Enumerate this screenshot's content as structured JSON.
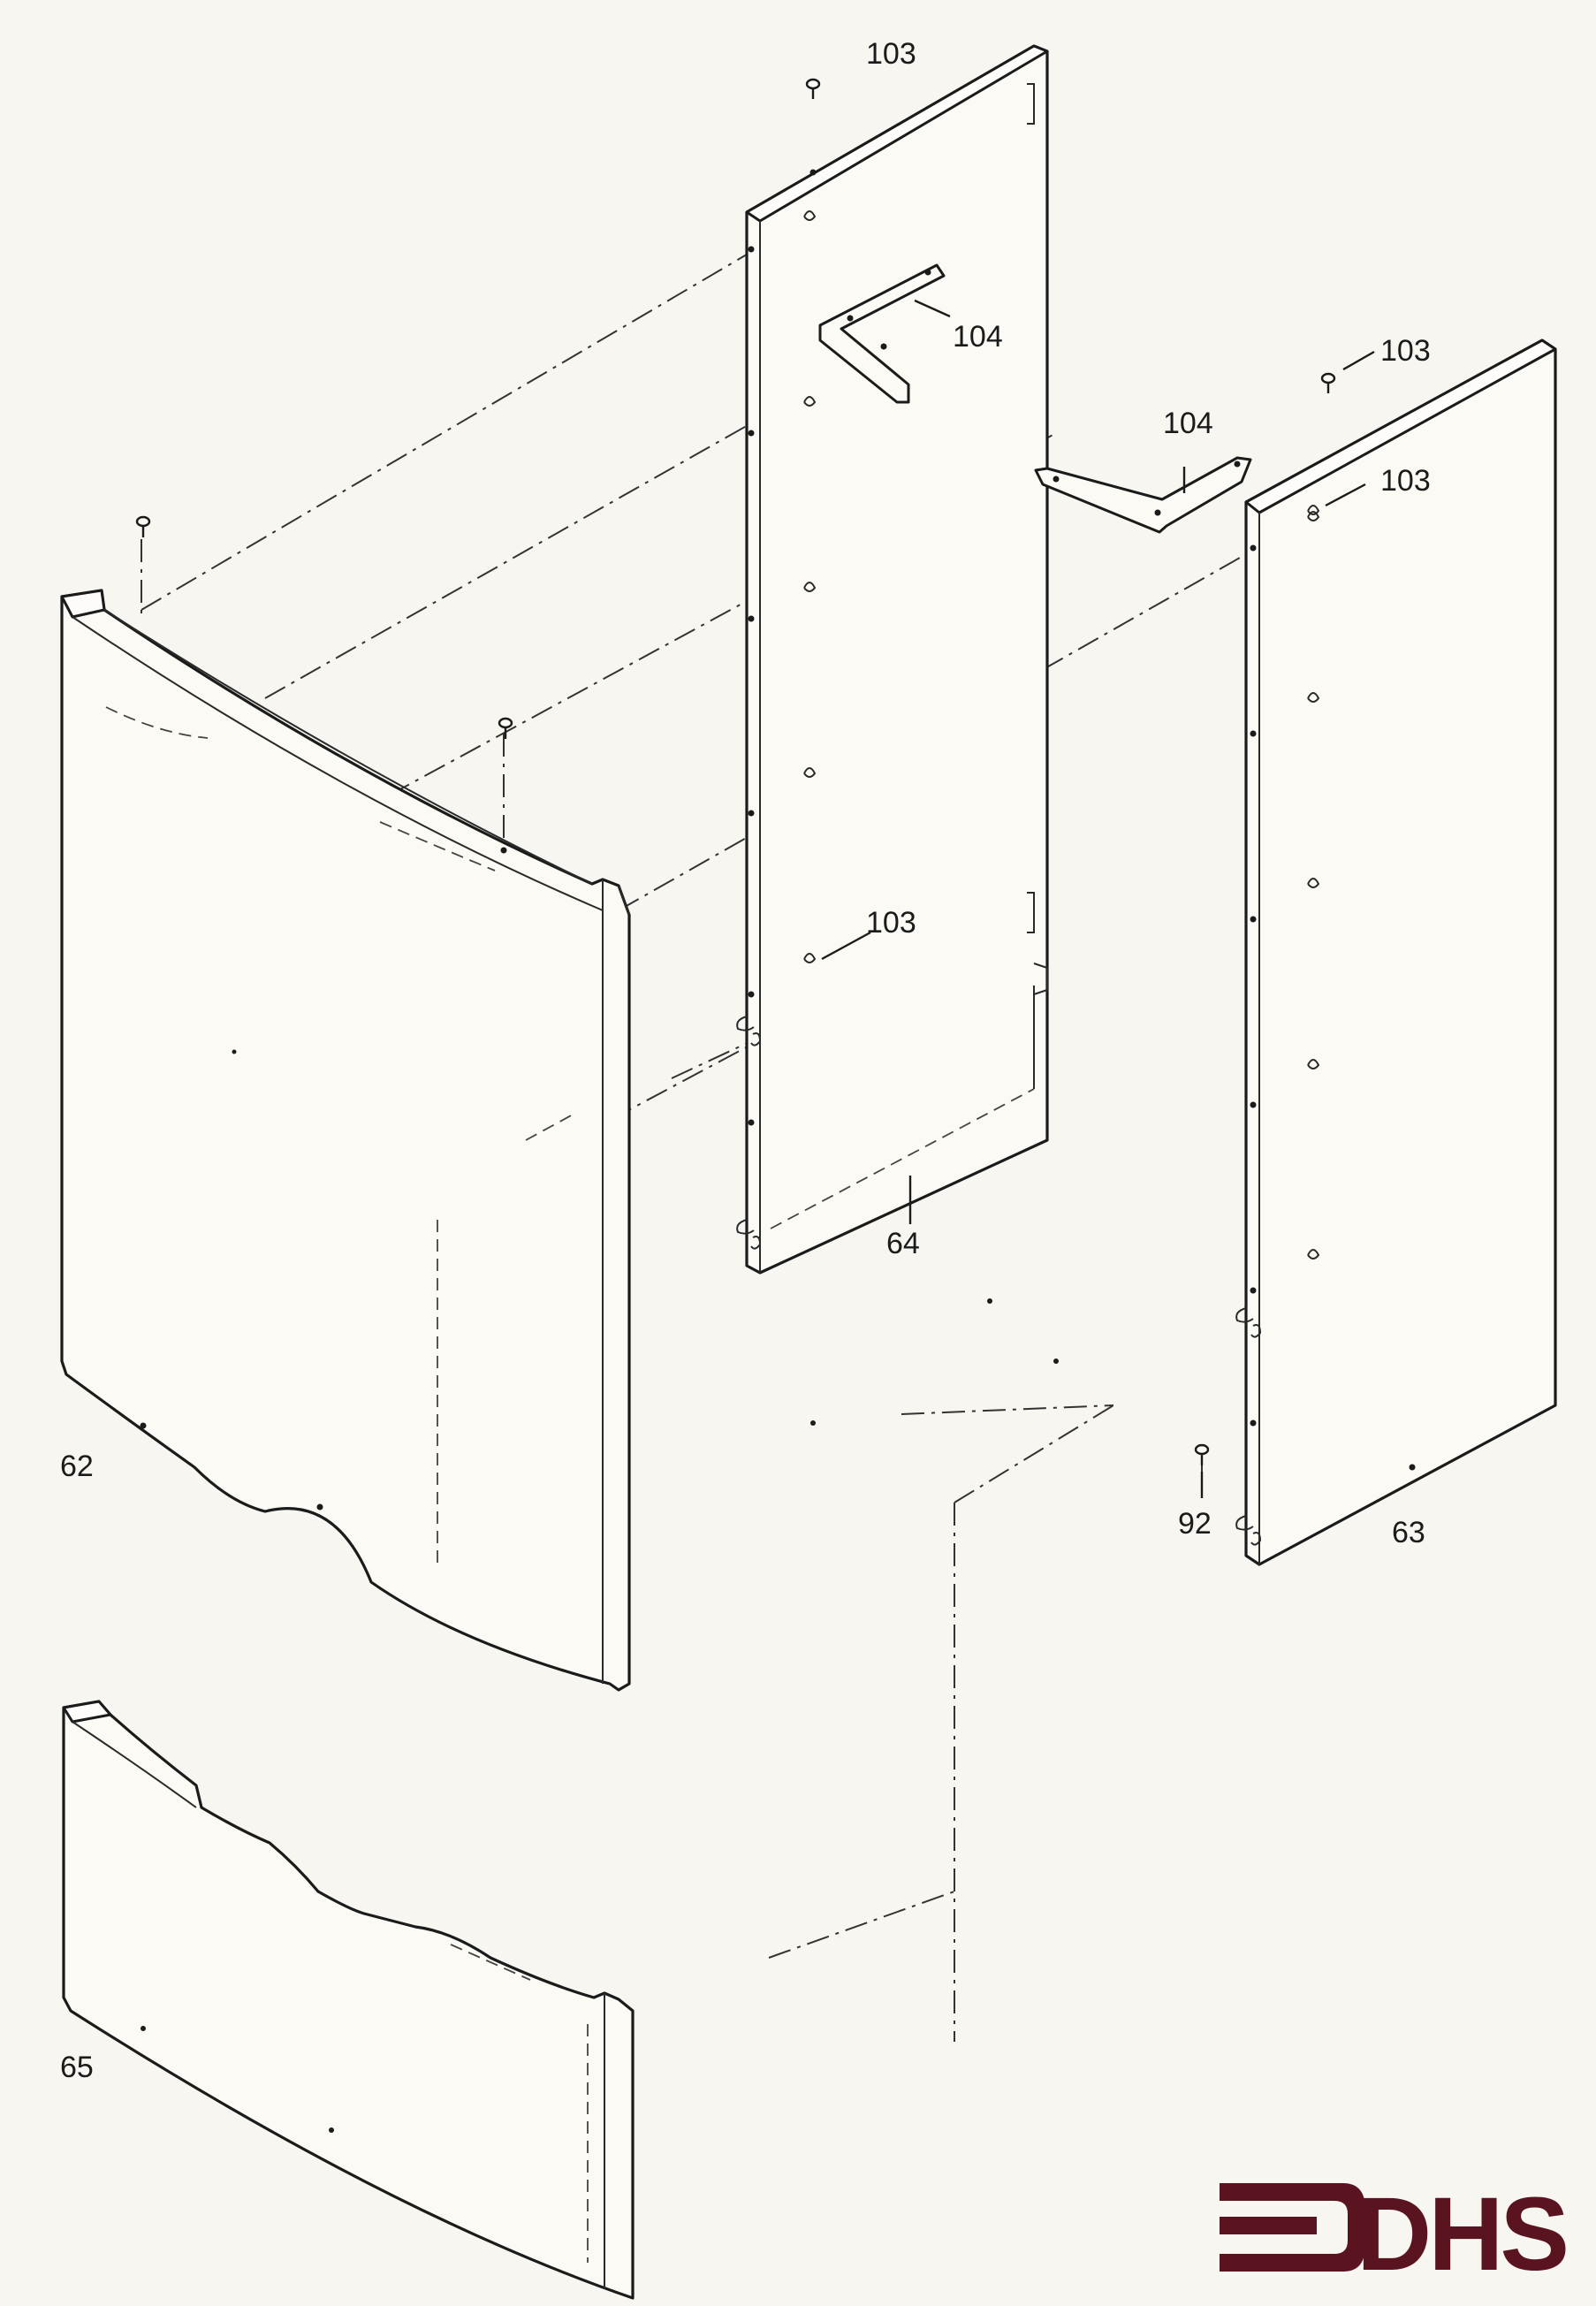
{
  "diagram": {
    "type": "exploded-view parts diagram",
    "parts": [
      {
        "id": "part-62",
        "label": "62"
      },
      {
        "id": "part-63",
        "label": "63"
      },
      {
        "id": "part-64",
        "label": "64"
      },
      {
        "id": "part-65",
        "label": "65"
      },
      {
        "id": "part-92",
        "label": "92"
      }
    ],
    "callouts": [
      {
        "id": "screw-103-top",
        "label": "103"
      },
      {
        "id": "bracket-104-center",
        "label": "104"
      },
      {
        "id": "screw-103-right-top",
        "label": "103"
      },
      {
        "id": "bracket-104-right",
        "label": "104"
      },
      {
        "id": "screw-103-right-mid",
        "label": "103"
      },
      {
        "id": "screw-103-center-low",
        "label": "103"
      }
    ]
  },
  "logo": {
    "text": "DHS",
    "color": "#5a1420"
  }
}
